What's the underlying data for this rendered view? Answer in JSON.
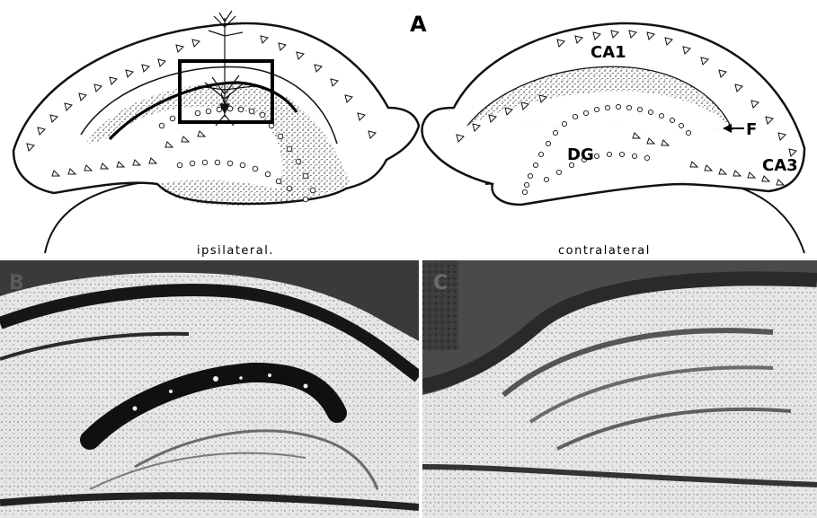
{
  "figure": {
    "panel_a": {
      "letter": "A",
      "regions": {
        "ca1": "CA1",
        "ca3": "CA3",
        "dg": "DG",
        "fiber": "F"
      },
      "side_left": "ipsilateral.",
      "side_right": "contralateral"
    },
    "panel_b": {
      "letter": "B"
    },
    "panel_c": {
      "letter": "C"
    }
  }
}
